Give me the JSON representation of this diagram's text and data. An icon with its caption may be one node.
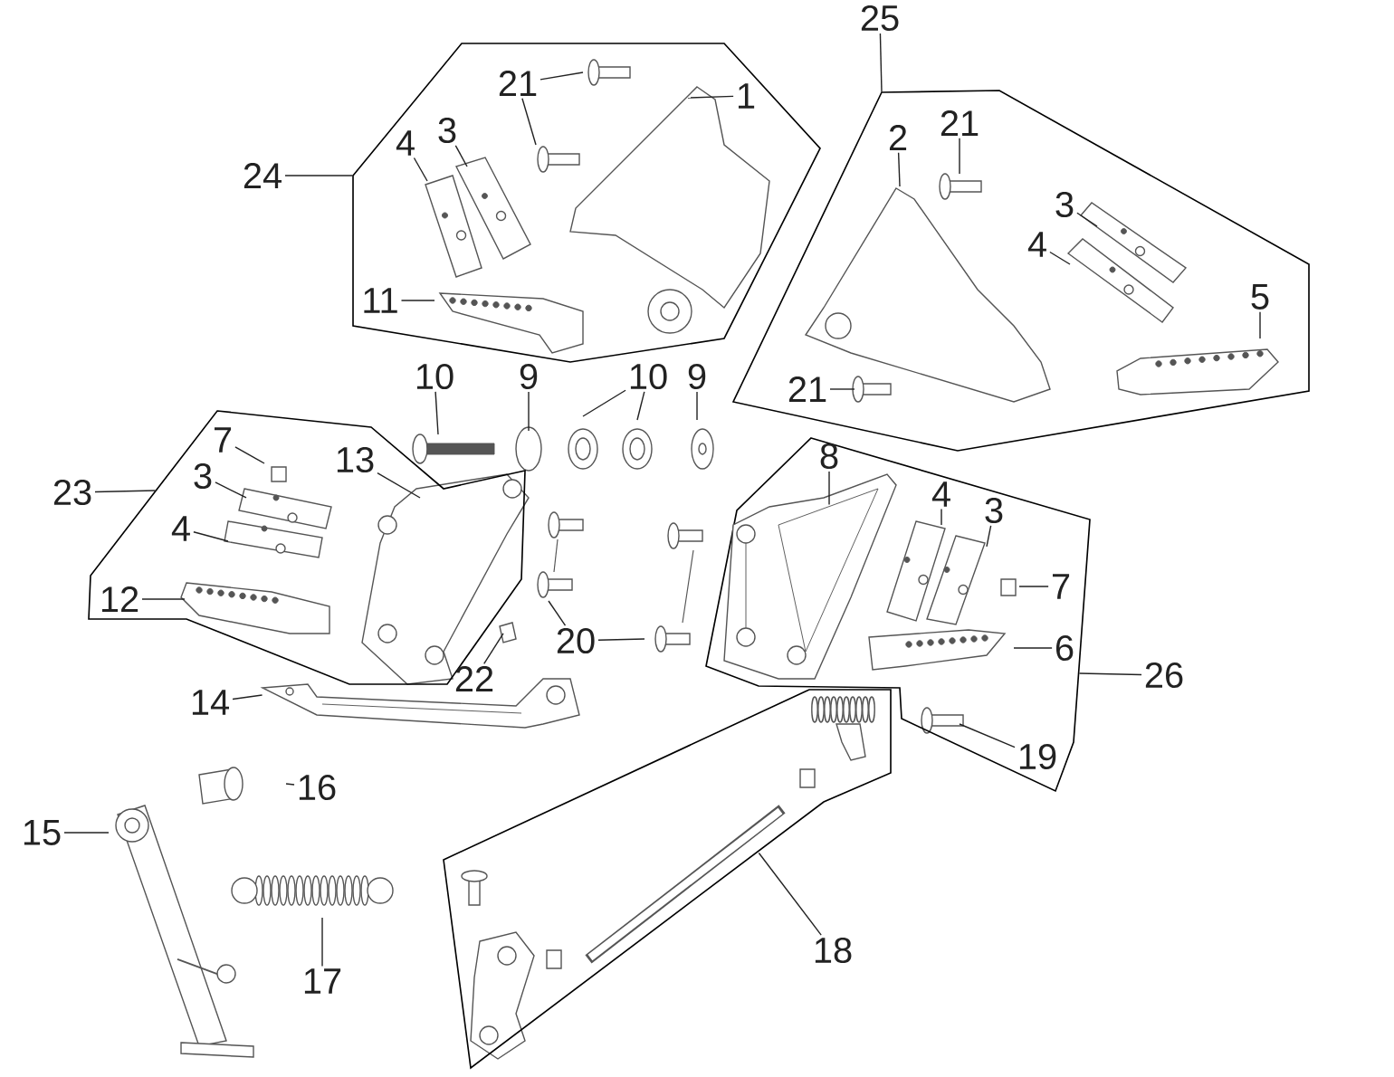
{
  "diagram": {
    "nodes": [
      {
        "text": [],
        "shape": "polygon"
      },
      {
        "text": [
          "21"
        ],
        "in": 0
      },
      {
        "text": [
          "1"
        ],
        "in": 0
      },
      {
        "text": [
          "4"
        ],
        "in": 0
      },
      {
        "text": [
          "3"
        ],
        "in": 0
      },
      {
        "text": [
          "11"
        ],
        "in": 0
      },
      {
        "text": [
          "24"
        ]
      },
      {
        "text": [],
        "shape": "polygon"
      },
      {
        "text": [
          "25"
        ]
      },
      {
        "text": [
          "2"
        ],
        "in": 7
      },
      {
        "text": [
          "21"
        ],
        "in": 7
      },
      {
        "text": [
          "3"
        ],
        "in": 7
      },
      {
        "text": [
          "4"
        ],
        "in": 7
      },
      {
        "text": [
          "5"
        ],
        "in": 7
      },
      {
        "text": [
          "21"
        ],
        "in": 7
      },
      {
        "text": [
          "10"
        ]
      },
      {
        "text": [
          "9"
        ]
      },
      {
        "text": [
          "10"
        ]
      },
      {
        "text": [
          "9"
        ]
      },
      {
        "text": [],
        "shape": "polygon"
      },
      {
        "text": [
          "23"
        ]
      },
      {
        "text": [
          "7"
        ],
        "in": 19
      },
      {
        "text": [
          "3"
        ],
        "in": 19
      },
      {
        "text": [
          "4"
        ],
        "in": 19
      },
      {
        "text": [
          "12"
        ],
        "in": 19
      },
      {
        "text": [
          "13"
        ],
        "in": 19
      },
      {
        "text": [],
        "shape": "polygon"
      },
      {
        "text": [
          "8"
        ],
        "in": 26
      },
      {
        "text": [
          "4"
        ],
        "in": 26
      },
      {
        "text": [
          "3"
        ],
        "in": 26
      },
      {
        "text": [
          "7"
        ],
        "in": 26
      },
      {
        "text": [
          "6"
        ],
        "in": 26
      },
      {
        "text": [
          "26"
        ]
      },
      {
        "text": [
          "19"
        ],
        "in": 26
      },
      {
        "text": [
          "20"
        ]
      },
      {
        "text": [
          "22"
        ]
      },
      {
        "text": [
          "14"
        ]
      },
      {
        "text": [
          "16"
        ]
      },
      {
        "text": [
          "15"
        ]
      },
      {
        "text": [
          "17"
        ]
      },
      {
        "text": [],
        "shape": "polygon"
      },
      {
        "text": [
          "18"
        ]
      },
      {
        "text": [],
        "shape": "picture",
        "in": 26
      },
      {
        "text": [],
        "shape": "picture"
      }
    ],
    "edges": [
      {
        "from": 1,
        "to": null,
        "arrow": "none"
      },
      {
        "from": 1,
        "to": null,
        "arrow": "none"
      },
      {
        "from": 2,
        "to": null,
        "arrow": "none"
      },
      {
        "from": 3,
        "to": null,
        "arrow": "none"
      },
      {
        "from": 4,
        "to": null,
        "arrow": "none"
      },
      {
        "from": 5,
        "to": null,
        "arrow": "none"
      },
      {
        "from": 6,
        "to": 0,
        "arrow": "none"
      },
      {
        "from": 8,
        "to": 7,
        "arrow": "none"
      },
      {
        "from": 9,
        "to": null,
        "arrow": "none"
      },
      {
        "from": 10,
        "to": null,
        "arrow": "none"
      },
      {
        "from": 11,
        "to": null,
        "arrow": "none"
      },
      {
        "from": 12,
        "to": null,
        "arrow": "none"
      },
      {
        "from": 13,
        "to": null,
        "arrow": "none"
      },
      {
        "from": 14,
        "to": null,
        "arrow": "none"
      },
      {
        "from": 15,
        "to": null,
        "arrow": "none"
      },
      {
        "from": 16,
        "to": null,
        "arrow": "none"
      },
      {
        "from": 17,
        "to": null,
        "arrow": "none"
      },
      {
        "from": 17,
        "to": null,
        "arrow": "none"
      },
      {
        "from": 18,
        "to": null,
        "arrow": "none"
      },
      {
        "from": 20,
        "to": 19,
        "arrow": "none"
      },
      {
        "from": 21,
        "to": null,
        "arrow": "none"
      },
      {
        "from": 22,
        "to": null,
        "arrow": "none"
      },
      {
        "from": 23,
        "to": null,
        "arrow": "none"
      },
      {
        "from": 24,
        "to": null,
        "arrow": "none"
      },
      {
        "from": 25,
        "to": null,
        "arrow": "none"
      },
      {
        "from": 27,
        "to": 42,
        "arrow": "none"
      },
      {
        "from": 28,
        "to": null,
        "arrow": "none"
      },
      {
        "from": 29,
        "to": null,
        "arrow": "none"
      },
      {
        "from": 30,
        "to": null,
        "arrow": "none"
      },
      {
        "from": 31,
        "to": null,
        "arrow": "none"
      },
      {
        "from": 32,
        "to": 26,
        "arrow": "none"
      },
      {
        "from": 33,
        "to": null,
        "arrow": "none"
      },
      {
        "from": 34,
        "to": null,
        "arrow": "none"
      },
      {
        "from": 34,
        "to": null,
        "arrow": "none"
      },
      {
        "from": 35,
        "to": null,
        "arrow": "none"
      },
      {
        "from": 36,
        "to": 43,
        "arrow": "none"
      },
      {
        "from": 37,
        "to": null,
        "arrow": "none"
      },
      {
        "from": 38,
        "to": null,
        "arrow": "none"
      },
      {
        "from": 39,
        "to": null,
        "arrow": "none"
      },
      {
        "from": 41,
        "to": 40,
        "arrow": "none"
      }
    ]
  }
}
